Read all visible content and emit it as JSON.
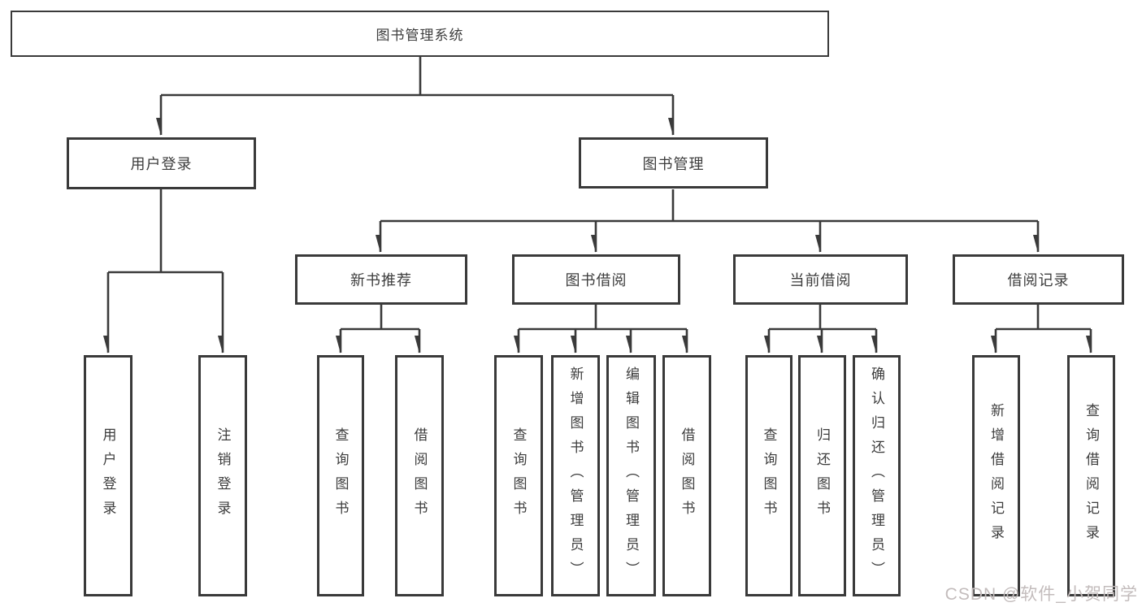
{
  "colors": {
    "line": "#3a3a3a",
    "text": "#3d3d3d",
    "background": "#ffffff",
    "watermark": "#c3bcbc"
  },
  "watermark": {
    "text": "CSDN @软件_小贺同学"
  },
  "tree": {
    "root": {
      "label": "图书管理系统",
      "children": [
        {
          "label": "用户登录",
          "children": [
            {
              "label": "用户登录"
            },
            {
              "label": "注销登录"
            }
          ]
        },
        {
          "label": "图书管理",
          "children": [
            {
              "label": "新书推荐",
              "children": [
                {
                  "label": "查询图书"
                },
                {
                  "label": "借阅图书"
                }
              ]
            },
            {
              "label": "图书借阅",
              "children": [
                {
                  "label": "查询图书"
                },
                {
                  "label": "新增图书（管理员）"
                },
                {
                  "label": "编辑图书（管理员）"
                },
                {
                  "label": "借阅图书"
                }
              ]
            },
            {
              "label": "当前借阅",
              "children": [
                {
                  "label": "查询图书"
                },
                {
                  "label": "归还图书"
                },
                {
                  "label": "确认归还（管理员）"
                }
              ]
            },
            {
              "label": "借阅记录",
              "children": [
                {
                  "label": "新增借阅记录"
                },
                {
                  "label": "查询借阅记录"
                }
              ]
            }
          ]
        }
      ]
    }
  }
}
